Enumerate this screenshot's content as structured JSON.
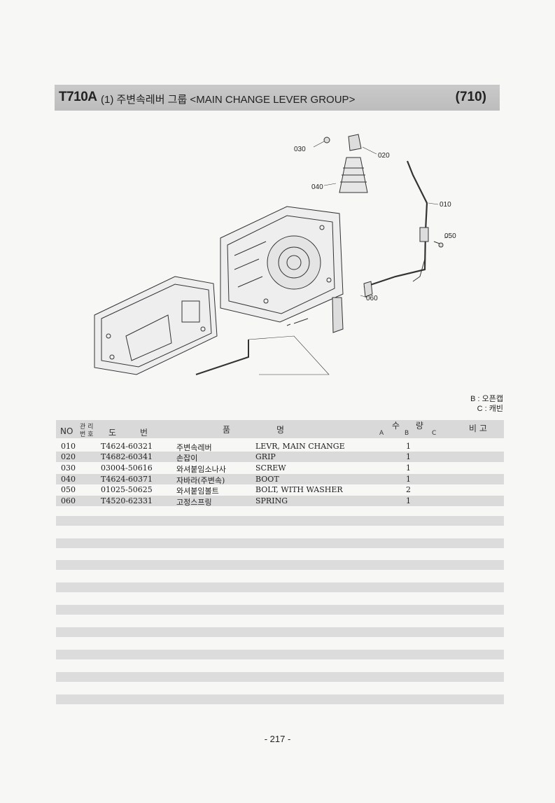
{
  "header": {
    "code": "T710A",
    "title": "(1) 주변속레버 그룹 <MAIN CHANGE LEVER GROUP>",
    "page_code": "(710)"
  },
  "diagram": {
    "callouts": [
      "030",
      "020",
      "040",
      "010",
      "050",
      "060"
    ]
  },
  "legend": {
    "b": "B : 오픈캡",
    "c": "C : 캐빈"
  },
  "table": {
    "headers": {
      "no": "NO",
      "mgmt_top": "관 리",
      "mgmt_bottom": "번 호",
      "part_no_1": "도",
      "part_no_2": "번",
      "name_1": "품",
      "name_2": "명",
      "qty_top": "수      량",
      "qty_a": "A",
      "qty_b": "B",
      "qty_c": "C",
      "remarks": "비 고"
    },
    "rows": [
      {
        "no": "010",
        "part": "T4624-60321",
        "kr": "주변속레버",
        "en": "LEVR, MAIN CHANGE",
        "qty": "1"
      },
      {
        "no": "020",
        "part": "T4682-60341",
        "kr": "손잡이",
        "en": "GRIP",
        "qty": "1"
      },
      {
        "no": "030",
        "part": "03004-50616",
        "kr": "와셔붙임소나사",
        "en": "SCREW",
        "qty": "1"
      },
      {
        "no": "040",
        "part": "T4624-60371",
        "kr": "자바라(주변속)",
        "en": "BOOT",
        "qty": "1"
      },
      {
        "no": "050",
        "part": "01025-50625",
        "kr": "와셔붙임볼트",
        "en": "BOLT, WITH WASHER",
        "qty": "2"
      },
      {
        "no": "060",
        "part": "T4520-62331",
        "kr": "고정스프링",
        "en": "SPRING",
        "qty": "1"
      }
    ]
  },
  "page_number": "- 217 -"
}
